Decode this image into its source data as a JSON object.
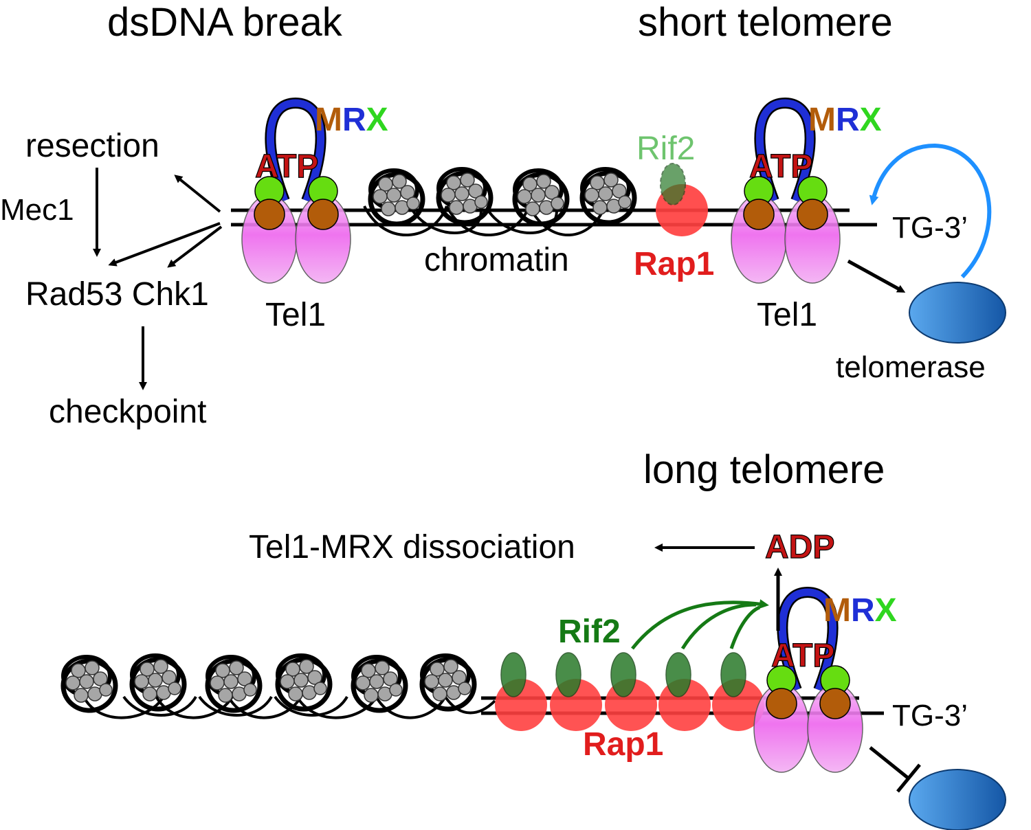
{
  "headings": {
    "dsdna_break": "dsDNA break",
    "short_telomere": "short telomere",
    "long_telomere": "long telomere"
  },
  "labels": {
    "mrx_m": "M",
    "mrx_r": "R",
    "mrx_x": "X",
    "atp": "ATP",
    "adp": "ADP",
    "tel1": "Tel1",
    "rif2": "Rif2",
    "rap1": "Rap1",
    "chromatin": "chromatin",
    "tg3": "TG-3’",
    "telomerase": "telomerase",
    "resection": "resection",
    "mec1": "Mec1",
    "rad53_chk1": "Rad53 Chk1",
    "checkpoint": "checkpoint",
    "dissociation": "Tel1-MRX dissociation"
  },
  "colors": {
    "mre11": "#b25c0a",
    "rad50": "#1f2fd6",
    "xrs2": "#2fd61f",
    "atp_red": "#c41414",
    "tel1_pink": "#ee66ee",
    "rap1_red": "#ff4040",
    "rif2_green": "#2a7a2a",
    "rif2_faded": "#6ec46e",
    "telomerase_blue": "#2a78c8",
    "feedback_arrow": "#1e90ff",
    "rif2_arrow": "#157a15",
    "nucleosome_gray": "#a6a6a6"
  }
}
